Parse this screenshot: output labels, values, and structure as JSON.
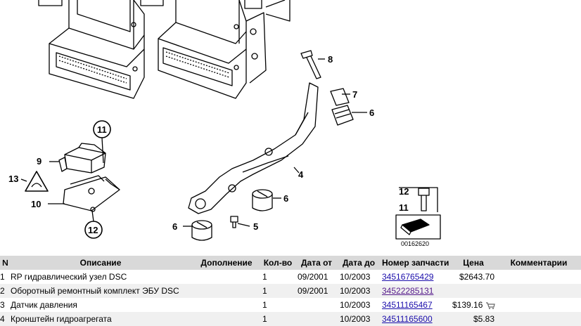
{
  "diagram": {
    "callouts": {
      "c4": "4",
      "c5": "5",
      "c6a": "6",
      "c6b": "6",
      "c6c": "6",
      "c7": "7",
      "c8": "8",
      "c9": "9",
      "c10": "10",
      "c11": "11",
      "c12": "12",
      "c13": "13",
      "legend12": "12",
      "legend11": "11"
    },
    "reference_code": "00162620"
  },
  "table": {
    "headers": [
      "№",
      "Описание",
      "Дополнение",
      "Кол-во",
      "Дата от",
      "Дата до",
      "Номер запчасти",
      "Цена",
      "Комментарии"
    ],
    "rows": [
      {
        "num": "1",
        "description": "RP гидравлический узел DSC",
        "addition": "",
        "qty": "1",
        "date_from": "09/2001",
        "date_to": "10/2003",
        "part_no": "34516765429",
        "price": "$2643.70",
        "comment": ""
      },
      {
        "num": "2",
        "description": "Оборотный ремонтный комплект ЭБУ DSC",
        "addition": "",
        "qty": "1",
        "date_from": "09/2001",
        "date_to": "10/2003",
        "part_no": "34522285131",
        "price": "",
        "comment": ""
      },
      {
        "num": "3",
        "description": "Датчик давления",
        "addition": "",
        "qty": "1",
        "date_from": "",
        "date_to": "10/2003",
        "part_no": "34511165467",
        "price": "$139.16",
        "comment": ""
      },
      {
        "num": "4",
        "description": "Кронштейн гидроагрегата",
        "addition": "",
        "qty": "1",
        "date_from": "",
        "date_to": "10/2003",
        "part_no": "34511165600",
        "price": "$5.83",
        "comment": ""
      }
    ]
  },
  "colors": {
    "link": "#1a0dab",
    "visited_link": "#551a8b",
    "header_bg": "#d9d9d9",
    "row_alt_bg": "#f0f0f0"
  }
}
